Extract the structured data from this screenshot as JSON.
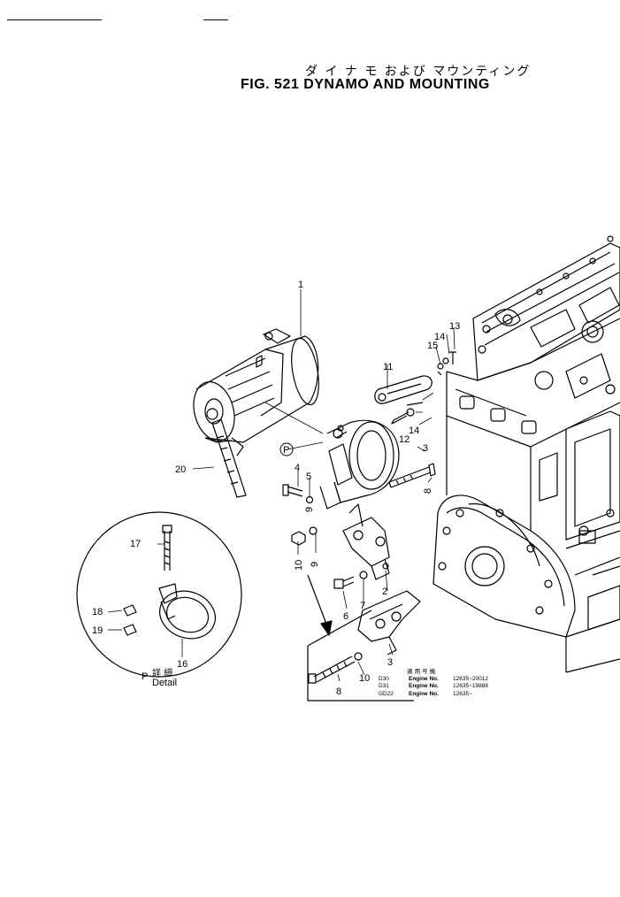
{
  "title": {
    "japanese": "ダ イ ナ モ および マウンティング",
    "english": "FIG. 521  DYNAMO AND MOUNTING"
  },
  "callouts": [
    "1",
    "2",
    "3",
    "3",
    "4",
    "5",
    "6",
    "7",
    "8",
    "8",
    "9",
    "9",
    "10",
    "10",
    "11",
    "12",
    "13",
    "14",
    "14",
    "15",
    "16",
    "17",
    "18",
    "19",
    "20"
  ],
  "detail": {
    "marker": "P",
    "label_jp": "詳  細",
    "label_en": "Detail",
    "prefix": "P"
  },
  "applicability": {
    "header": "適 用 号 機",
    "rows": [
      {
        "model": "D30",
        "engine_label": "Engine No.",
        "range": "12635~20012"
      },
      {
        "model": "D31",
        "engine_label": "Engine No.",
        "range": "12635~19888"
      },
      {
        "model": "GD22",
        "engine_label": "Engine No.",
        "range": "12635~"
      }
    ]
  }
}
